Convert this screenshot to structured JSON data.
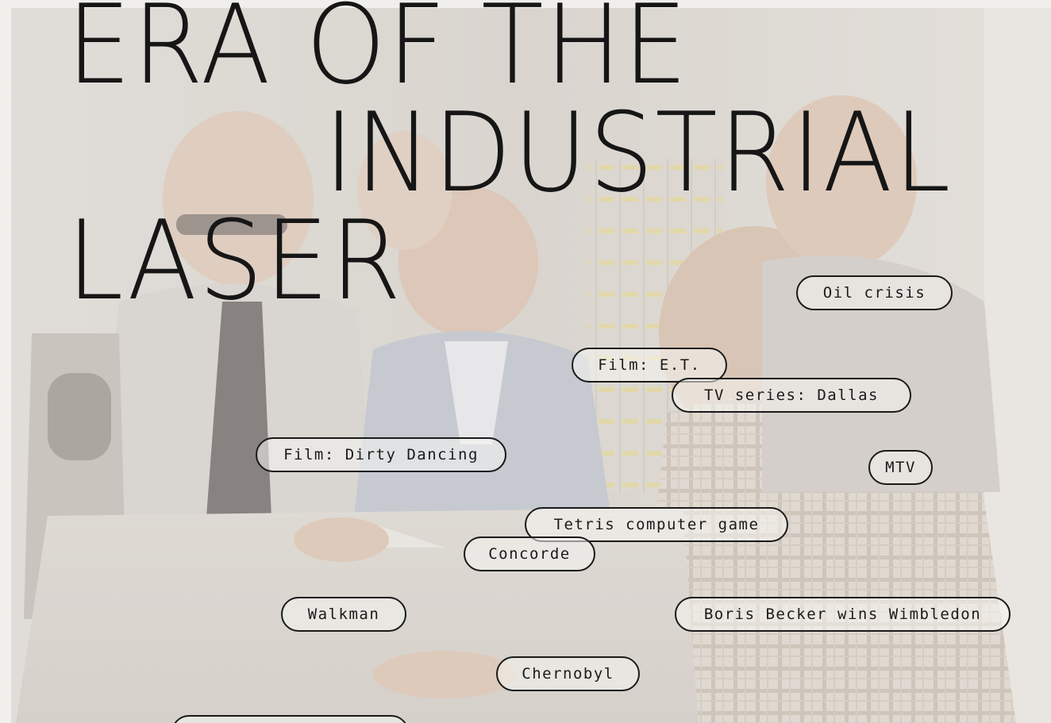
{
  "headline": {
    "line1": "ERA OF THE",
    "line2": "INDUSTRIAL",
    "line3": "LASER"
  },
  "events": [
    {
      "id": "oil-crisis",
      "label": "Oil crisis"
    },
    {
      "id": "film-et",
      "label": "Film: E.T."
    },
    {
      "id": "tv-dallas",
      "label": "TV series: Dallas"
    },
    {
      "id": "film-dirty-dancing",
      "label": "Film: Dirty Dancing"
    },
    {
      "id": "mtv",
      "label": "MTV"
    },
    {
      "id": "tetris",
      "label": "Tetris computer game"
    },
    {
      "id": "concorde",
      "label": "Concorde"
    },
    {
      "id": "walkman",
      "label": "Walkman"
    },
    {
      "id": "boris-becker",
      "label": "Boris Becker wins Wimbledon"
    },
    {
      "id": "chernobyl",
      "label": "Chernobyl"
    },
    {
      "id": "partial-bottom",
      "label": ""
    }
  ]
}
